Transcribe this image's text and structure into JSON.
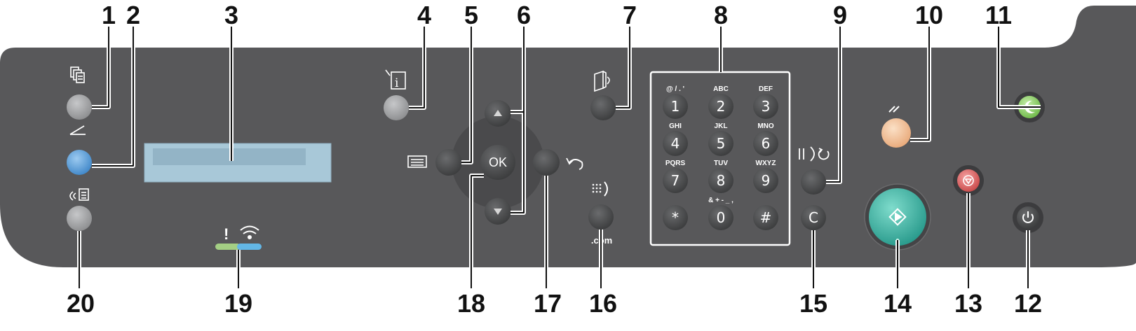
{
  "callouts": [
    "1",
    "2",
    "3",
    "4",
    "5",
    "6",
    "7",
    "8",
    "9",
    "10",
    "11",
    "12",
    "13",
    "14",
    "15",
    "16",
    "17",
    "18",
    "19",
    "20"
  ],
  "ok_label": "OK",
  "com_label": ".com",
  "keypad": {
    "keys": [
      {
        "digit": "1",
        "letters": "@ / . '"
      },
      {
        "digit": "2",
        "letters": "ABC"
      },
      {
        "digit": "3",
        "letters": "DEF"
      },
      {
        "digit": "4",
        "letters": "GHI"
      },
      {
        "digit": "5",
        "letters": "JKL"
      },
      {
        "digit": "6",
        "letters": "MNO"
      },
      {
        "digit": "7",
        "letters": "PQRS"
      },
      {
        "digit": "8",
        "letters": "TUV"
      },
      {
        "digit": "9",
        "letters": "WXYZ"
      },
      {
        "digit": "*",
        "letters": ""
      },
      {
        "digit": "0",
        "letters": "& + - _ ,"
      },
      {
        "digit": "#",
        "letters": ""
      }
    ]
  },
  "clear_label": "C",
  "colors": {
    "panel": "#58585a",
    "button_gray": "#9a9b9d",
    "scan_blue": "#5b9bd5",
    "clear_all_peach": "#f2c39b",
    "power_saver_green": "#8fd16c",
    "stop_red": "#e06a6a",
    "start_teal": "#3cb3a3",
    "display_lcd": "#a8c8d8",
    "status_green": "#a4cf84",
    "status_blue": "#63b7e6"
  }
}
